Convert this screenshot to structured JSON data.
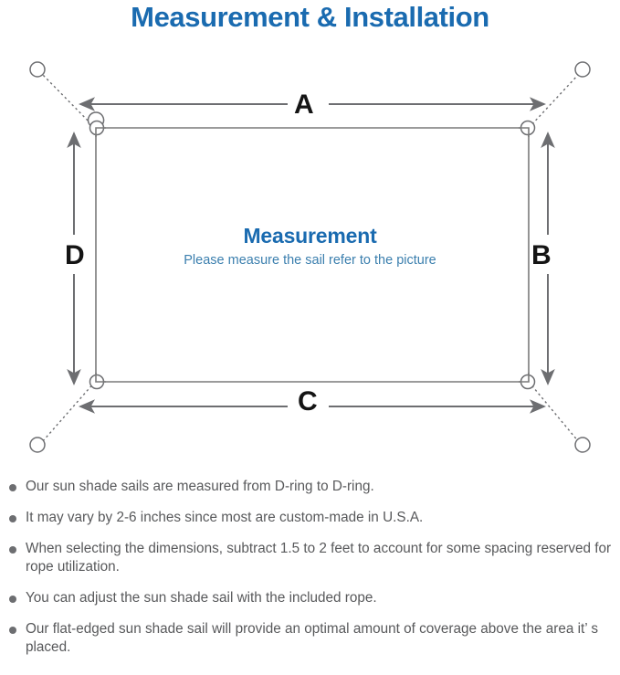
{
  "title": "Measurement & Installation",
  "diagram": {
    "name": "sun-shade-sail-measurement-diagram",
    "center_heading": "Measurement",
    "center_subtext": "Please measure the sail refer to the picture",
    "dimension_labels": {
      "top": "A",
      "right": "B",
      "bottom": "C",
      "left": "D"
    },
    "colors": {
      "accent_blue": "#1a6bb0",
      "sub_blue": "#3b7fae",
      "line_gray": "#6d6e71",
      "sail_outline": "#7a7a7a",
      "text_gray": "#58595b"
    },
    "anchors": [
      {
        "name": "anchor-top-left"
      },
      {
        "name": "anchor-top-right"
      },
      {
        "name": "anchor-bottom-left"
      },
      {
        "name": "anchor-bottom-right"
      }
    ],
    "d_rings": [
      {
        "name": "d-ring-top-left"
      },
      {
        "name": "d-ring-top-right"
      },
      {
        "name": "d-ring-bottom-left"
      },
      {
        "name": "d-ring-bottom-right"
      }
    ]
  },
  "notes": [
    "Our sun shade sails are measured from D-ring to D-ring.",
    "It may vary by 2-6 inches since most are custom-made in U.S.A.",
    "When selecting the dimensions, subtract 1.5 to 2 feet to account for some spacing reserved for rope utilization.",
    "You can adjust the sun shade sail with the included rope.",
    "Our flat-edged sun shade sail will provide an optimal amount of coverage above the area it’ s placed."
  ]
}
